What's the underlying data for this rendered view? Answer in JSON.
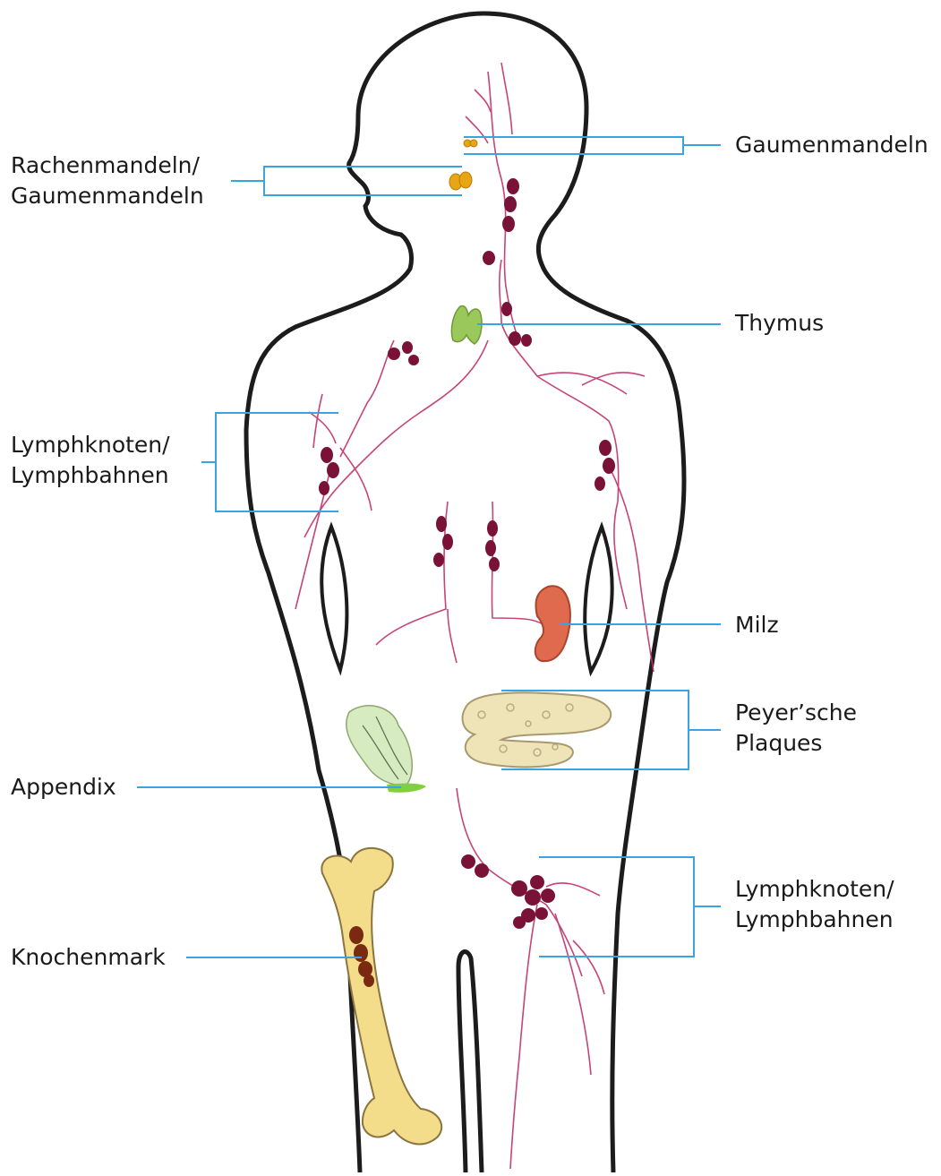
{
  "labels": {
    "gaumenmandeln_right": "Gaumenmandeln",
    "rachenmandeln_line1": "Rachenmandeln/",
    "rachenmandeln_line2": "Gaumenmandeln",
    "thymus": "Thymus",
    "lymph_upper_line1": "Lymphknoten/",
    "lymph_upper_line2": "Lymphbahnen",
    "milz": "Milz",
    "peyer_line1": "Peyer’sche",
    "peyer_line2": "Plaques",
    "appendix": "Appendix",
    "lymph_lower_line1": "Lymphknoten/",
    "lymph_lower_line2": "Lymphbahnen",
    "knochenmark": "Knochenmark"
  },
  "colors": {
    "outline": "#1c1c1c",
    "leader": "#3aa3e0",
    "vessel": "#c0306a",
    "node": "#7a1238",
    "tonsil": "#e8a514",
    "thymus": "#9bc85a",
    "spleen": "#e06a4e",
    "intestine": "#efe3b8",
    "appendix_tissue": "#d6ebc0",
    "appendix_tip": "#7fd03a",
    "bone": "#f3dc8a",
    "marrow": "#7a2a10"
  }
}
